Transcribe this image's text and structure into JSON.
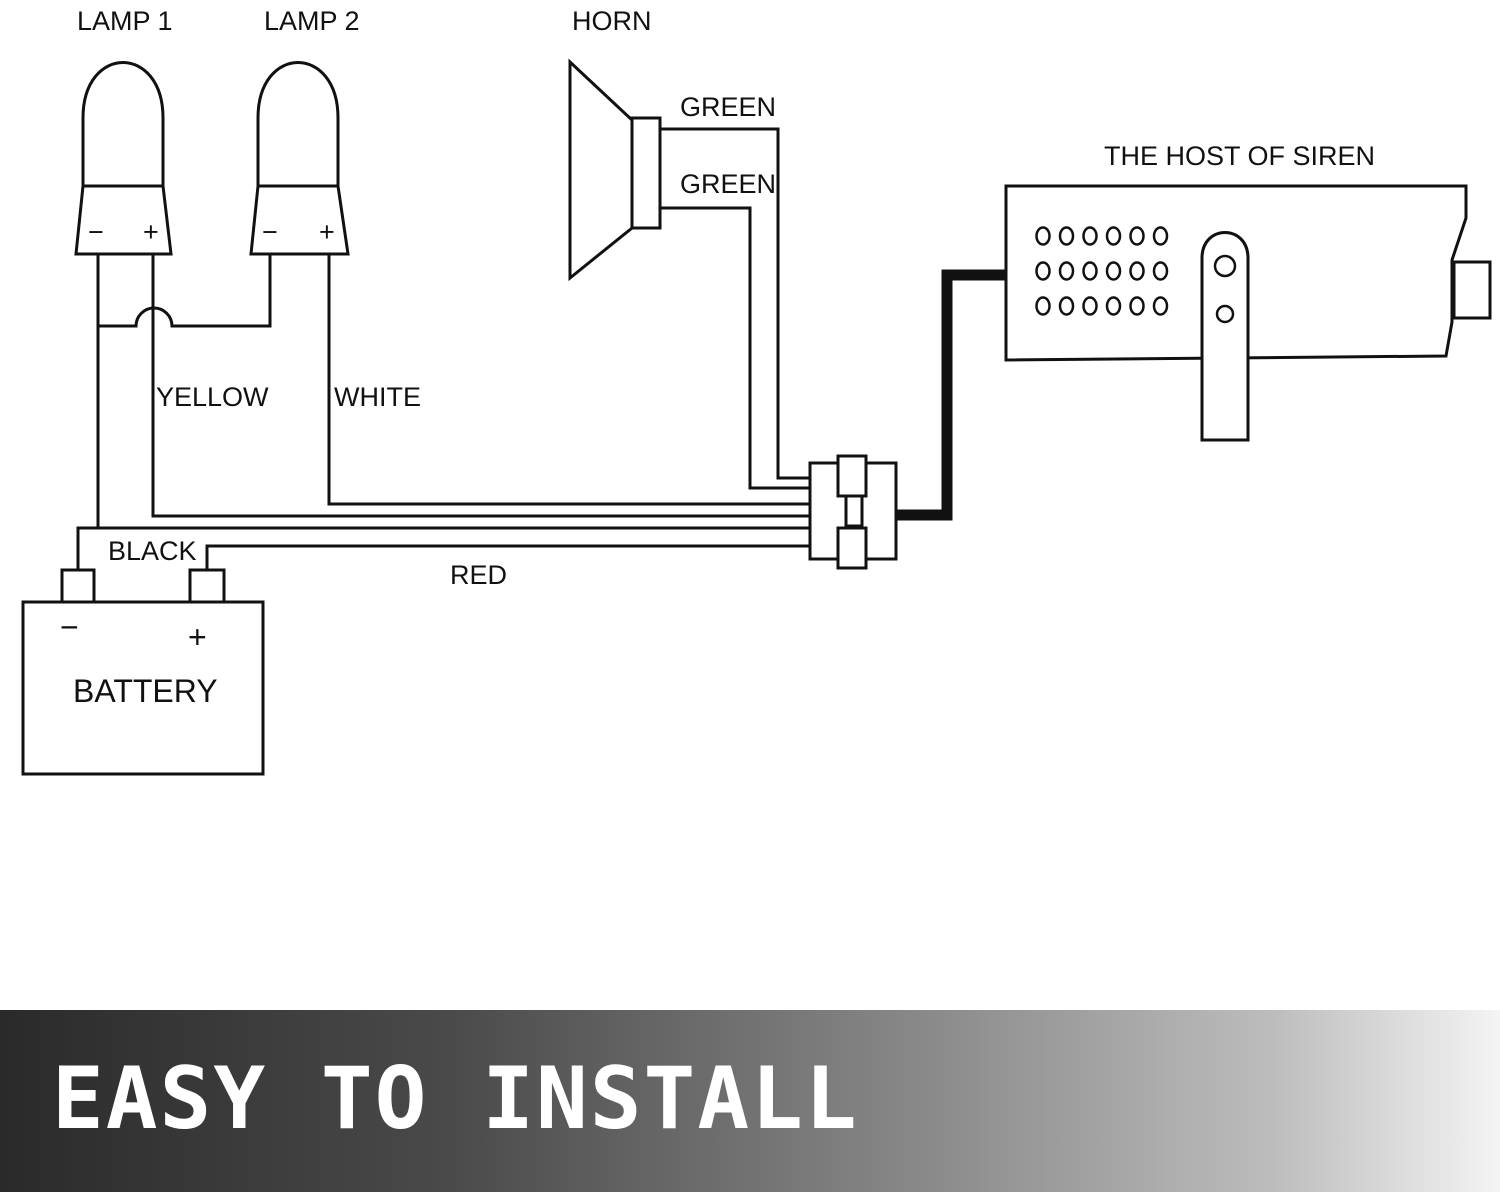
{
  "diagram": {
    "labels": {
      "lamp1": "LAMP 1",
      "lamp2": "LAMP 2",
      "horn": "HORN",
      "green_top": "GREEN",
      "green_bottom": "GREEN",
      "host": "THE HOST OF SIREN",
      "yellow": "YELLOW",
      "white": "WHITE",
      "black": "BLACK",
      "red": "RED",
      "battery": "BATTERY"
    },
    "lamp1_terminals": {
      "neg": "−",
      "pos": "+"
    },
    "lamp2_terminals": {
      "neg": "−",
      "pos": "+"
    },
    "battery_terminals": {
      "neg": "−",
      "pos": "+"
    }
  },
  "banner": {
    "text": "EASY TO INSTALL",
    "gradient_colors": [
      "#2a2a2a",
      "#8a8a8a",
      "#f4f4f4"
    ]
  },
  "colors": {
    "line": "#111111",
    "background": "#ffffff",
    "banner_text": "#ffffff"
  }
}
